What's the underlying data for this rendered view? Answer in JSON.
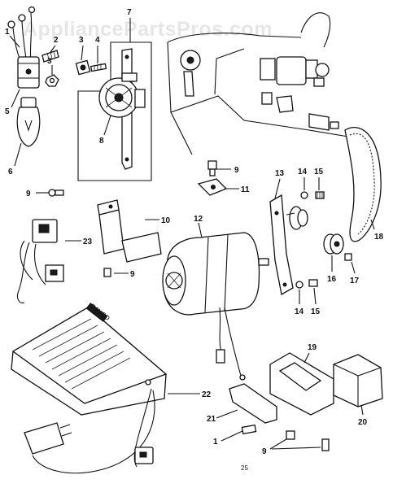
{
  "watermark": "AppliancePartsPros.com",
  "sheet_number": "25",
  "callouts": [
    "1",
    "2",
    "3",
    "4",
    "3",
    "5",
    "6",
    "7",
    "8",
    "9",
    "9",
    "10",
    "11",
    "12",
    "13",
    "14",
    "15",
    "16",
    "17",
    "18",
    "14",
    "15",
    "19",
    "20",
    "21",
    "9",
    "22",
    "23"
  ],
  "pedal_brand": "RAYCO",
  "colors": {
    "ink": "#111111",
    "paper": "#ffffff",
    "watermark": "#e6e6e6"
  }
}
